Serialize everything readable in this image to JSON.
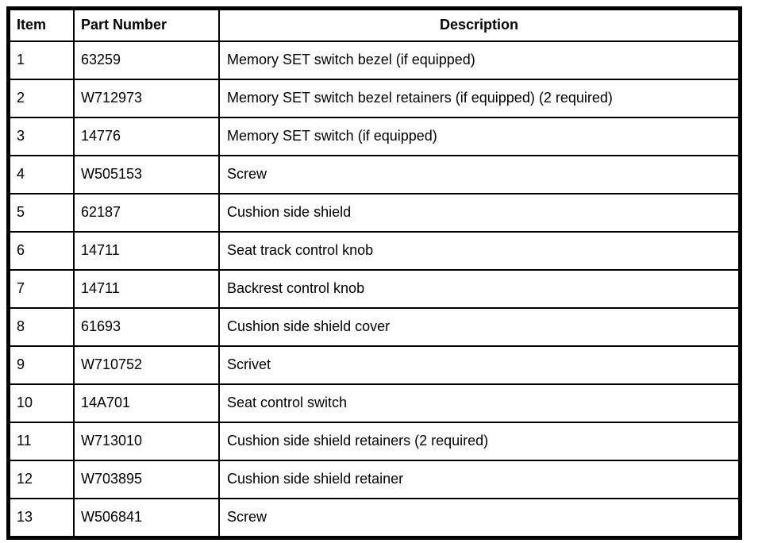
{
  "table": {
    "columns": {
      "item": "Item",
      "part_number": "Part Number",
      "description": "Description"
    },
    "rows": [
      {
        "item": "1",
        "part_number": "63259",
        "description": "Memory SET switch bezel (if equipped)"
      },
      {
        "item": "2",
        "part_number": "W712973",
        "description": "Memory SET switch bezel retainers (if equipped) (2 required)"
      },
      {
        "item": "3",
        "part_number": "14776",
        "description": "Memory SET switch (if equipped)"
      },
      {
        "item": "4",
        "part_number": "W505153",
        "description": "Screw"
      },
      {
        "item": "5",
        "part_number": "62187",
        "description": "Cushion side shield"
      },
      {
        "item": "6",
        "part_number": "14711",
        "description": "Seat track control knob"
      },
      {
        "item": "7",
        "part_number": "14711",
        "description": "Backrest control knob"
      },
      {
        "item": "8",
        "part_number": "61693",
        "description": "Cushion side shield cover"
      },
      {
        "item": "9",
        "part_number": "W710752",
        "description": "Scrivet"
      },
      {
        "item": "10",
        "part_number": "14A701",
        "description": "Seat control switch"
      },
      {
        "item": "11",
        "part_number": "W713010",
        "description": "Cushion side shield retainers (2 required)"
      },
      {
        "item": "12",
        "part_number": "W703895",
        "description": "Cushion side shield retainer"
      },
      {
        "item": "13",
        "part_number": "W506841",
        "description": "Screw"
      }
    ],
    "colors": {
      "border": "#000000",
      "text": "#000000",
      "background": "#ffffff"
    }
  }
}
